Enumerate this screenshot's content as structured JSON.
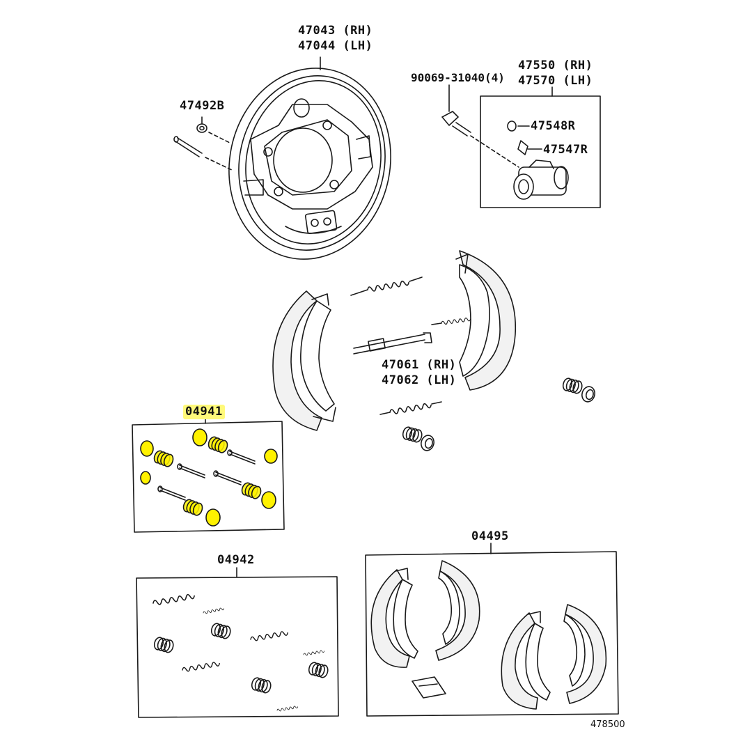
{
  "labels": {
    "backing_plate_rh": "47043 (RH)",
    "backing_plate_lh": "47044 (LH)",
    "bolt_part": "90069-31040(4)",
    "cylinder_rh": "47550 (RH)",
    "cylinder_lh": "47570 (LH)",
    "pin_part": "47492B",
    "cap_part": "47548R",
    "bleeder_part": "47547R",
    "adjuster_rh": "47061 (RH)",
    "adjuster_lh": "47062 (LH)",
    "hardware_kit": "04941",
    "spring_kit": "04942",
    "shoe_kit": "04495",
    "diagram_code": "478500"
  },
  "colors": {
    "line": "#1a1a1a",
    "highlight": "#fff200",
    "shoe_fill": "#f2f2f2"
  }
}
